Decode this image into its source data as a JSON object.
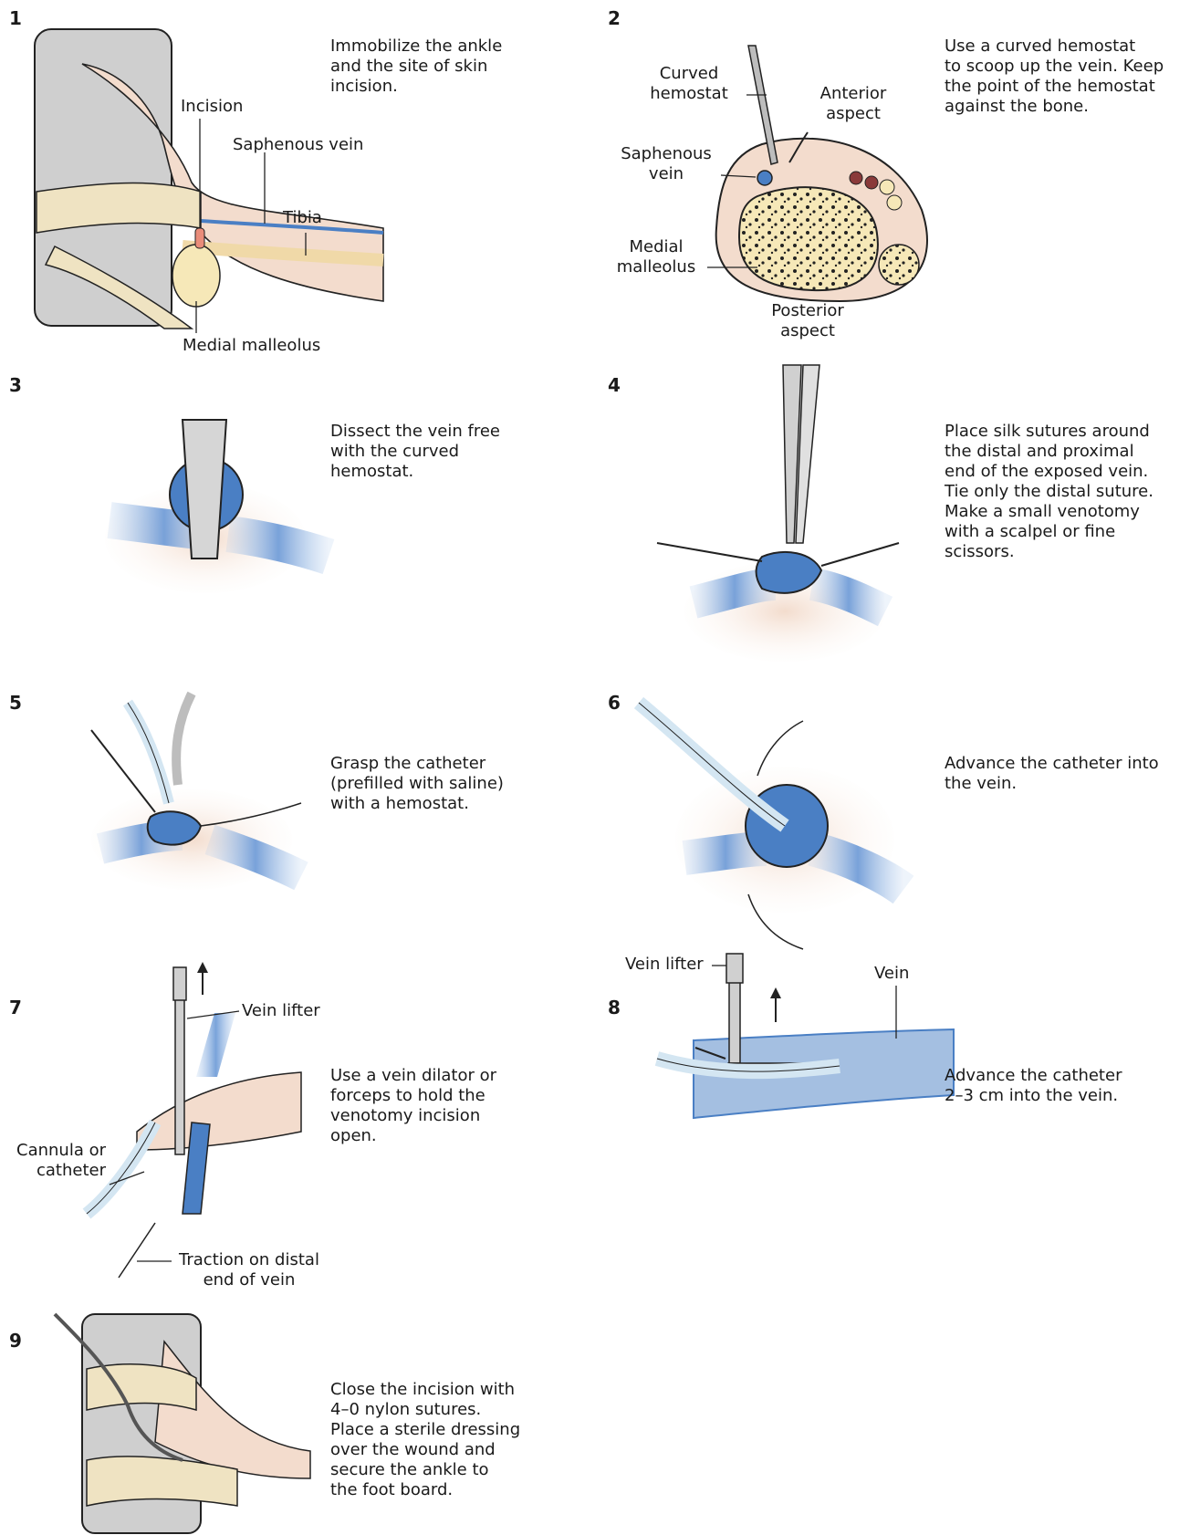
{
  "steps": [
    {
      "number": "1",
      "text": [
        "Immobilize the ankle",
        "and the site of skin",
        "incision."
      ],
      "labels": {
        "incision": "Incision",
        "saphenous_vein": "Saphenous vein",
        "tibia": "Tibia",
        "medial_malleolus": "Medial malleolus"
      }
    },
    {
      "number": "2",
      "text": [
        "Use a curved hemostat",
        "to scoop up the vein. Keep",
        "the point of the hemostat",
        "against the bone."
      ],
      "labels": {
        "curved_hemostat": [
          "Curved",
          "hemostat"
        ],
        "anterior_aspect": [
          "Anterior",
          "aspect"
        ],
        "saphenous_vein": [
          "Saphenous",
          "vein"
        ],
        "medial_malleolus": [
          "Medial",
          "malleolus"
        ],
        "posterior_aspect": [
          "Posterior",
          "aspect"
        ]
      }
    },
    {
      "number": "3",
      "text": [
        "Dissect the vein free",
        "with the curved",
        "hemostat."
      ]
    },
    {
      "number": "4",
      "text": [
        "Place silk sutures around",
        "the distal and proximal",
        "end of the exposed vein.",
        "Tie only the distal suture.",
        "Make a small venotomy",
        "with a scalpel or fine",
        "scissors."
      ]
    },
    {
      "number": "5",
      "text": [
        "Grasp the catheter",
        "(prefilled with saline)",
        "with a hemostat."
      ]
    },
    {
      "number": "6",
      "text": [
        "Advance the catheter into",
        "the vein."
      ]
    },
    {
      "number": "7",
      "text": [
        "Use a vein dilator or",
        "forceps to hold the",
        "venotomy incision",
        "open."
      ],
      "labels": {
        "vein_lifter": "Vein lifter",
        "cannula": [
          "Cannula or",
          "catheter"
        ],
        "traction": [
          "Traction on distal",
          "end of vein"
        ]
      }
    },
    {
      "number": "8",
      "text": [
        "Advance the catheter",
        "2–3 cm into the vein."
      ],
      "labels": {
        "vein_lifter": "Vein lifter",
        "vein": "Vein"
      }
    },
    {
      "number": "9",
      "text": [
        "Close the incision with",
        "4–0 nylon sutures.",
        "Place a sterile dressing",
        "over the wound and",
        "secure the ankle to",
        "the foot board."
      ]
    }
  ],
  "colors": {
    "vein": "#4a7fc4",
    "skin": "#f3dccd",
    "bone": "#f6e8b8",
    "board": "#d8d8d8",
    "bandage": "#efe3c2",
    "catheter": "#d4e6f2"
  }
}
